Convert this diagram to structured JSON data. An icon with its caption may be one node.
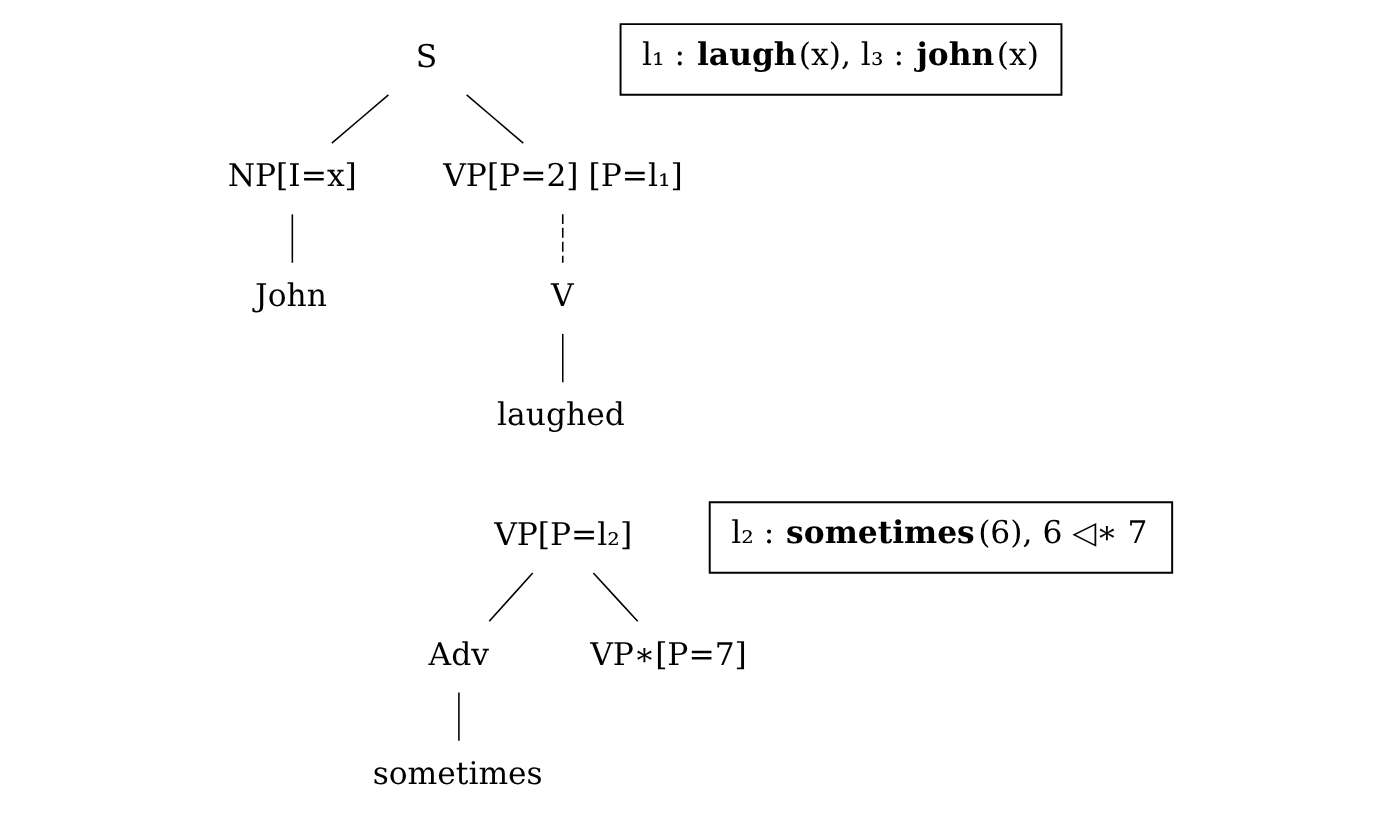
{
  "diagram": {
    "nodes": [
      {
        "text": [
          "S"
        ]
      },
      {
        "text": [
          "l₁ : **laugh**(x), l₃ : **john**(x)"
        ]
      },
      {
        "text": [
          "NP[I=x]"
        ]
      },
      {
        "text": [
          "VP[P=2] [P=l₁]"
        ]
      },
      {
        "text": [
          "John"
        ]
      },
      {
        "text": [
          "V"
        ]
      },
      {
        "text": [
          "laughed"
        ]
      },
      {
        "text": [
          "l₂ : **sometimes**(6), 6 ◁∗ 7"
        ]
      },
      {
        "text": [
          "VP[P=l₂]"
        ]
      },
      {
        "text": [
          "Adv"
        ]
      },
      {
        "text": [
          "VP∗[P=7]"
        ]
      },
      {
        "text": [
          "sometimes"
        ]
      }
    ],
    "edges": [
      {
        "from": 0,
        "to": 2,
        "arrow": "none"
      },
      {
        "from": 0,
        "to": 3,
        "arrow": "none"
      },
      {
        "from": 2,
        "to": 4,
        "arrow": "none"
      },
      {
        "from": 3,
        "to": 5,
        "arrow": "none",
        "style": "dashed"
      },
      {
        "from": 5,
        "to": 6,
        "arrow": "none"
      },
      {
        "from": 8,
        "to": 9,
        "arrow": "none"
      },
      {
        "from": 8,
        "to": 10,
        "arrow": "none"
      },
      {
        "from": 9,
        "to": 11,
        "arrow": "none"
      }
    ]
  }
}
